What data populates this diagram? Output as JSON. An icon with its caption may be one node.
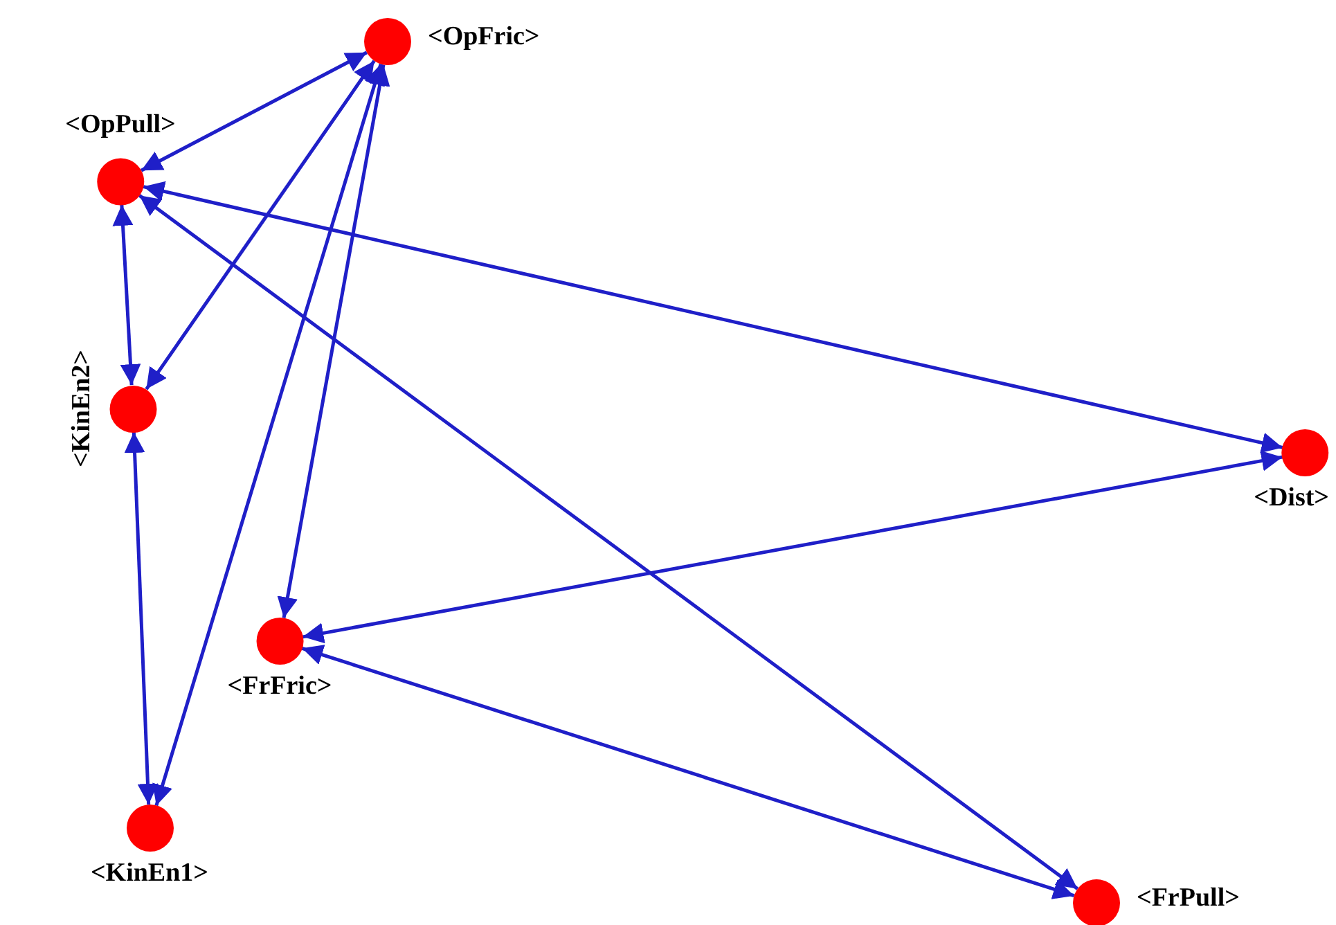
{
  "diagram": {
    "nodes": [
      {
        "text": [
          "<OpFric>"
        ]
      },
      {
        "text": [
          "<OpPull>"
        ]
      },
      {
        "text": [
          "<KinEn2>"
        ]
      },
      {
        "text": [
          "<Dist>"
        ]
      },
      {
        "text": [
          "<FrFric>"
        ]
      },
      {
        "text": [
          "<KinEn1>"
        ]
      },
      {
        "text": [
          "<FrPull>"
        ]
      }
    ],
    "edges": [
      {
        "from": 0,
        "to": 1,
        "arrow": "both"
      },
      {
        "from": 0,
        "to": 2,
        "arrow": "both"
      },
      {
        "from": 0,
        "to": 5,
        "arrow": "both"
      },
      {
        "from": 0,
        "to": 4,
        "arrow": "both"
      },
      {
        "from": 1,
        "to": 2,
        "arrow": "both"
      },
      {
        "from": 1,
        "to": 3,
        "arrow": "both"
      },
      {
        "from": 1,
        "to": 6,
        "arrow": "both"
      },
      {
        "from": 2,
        "to": 5,
        "arrow": "both"
      },
      {
        "from": 3,
        "to": 4,
        "arrow": "both"
      },
      {
        "from": 4,
        "to": 6,
        "arrow": "both"
      }
    ]
  }
}
